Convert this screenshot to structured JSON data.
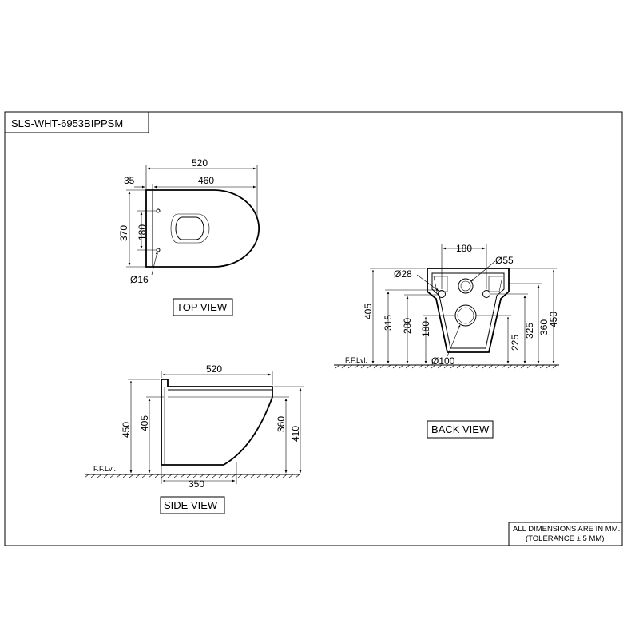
{
  "title_block": {
    "model_code": "SLS-WHT-6953BIPPSM"
  },
  "views": {
    "top": {
      "label": "TOP VIEW",
      "dims": {
        "overall_length": "520",
        "bowl_length": "460",
        "back_offset": "35",
        "width": "370",
        "fixing_spacing": "180",
        "fixing_hole": "Ø16"
      }
    },
    "side": {
      "label": "SIDE VIEW",
      "floor_label": "F.F.Lvl.",
      "dims": {
        "length": "520",
        "overall_height": "450",
        "height_405": "405",
        "height_360": "360",
        "height_410": "410",
        "base_length": "350"
      }
    },
    "back": {
      "label": "BACK VIEW",
      "floor_label": "F.F.Lvl.",
      "dims": {
        "fixing_spacing": "180",
        "inlet_dia": "Ø55",
        "fixing_dia": "Ø28",
        "outlet_dia": "Ø100",
        "h405": "405",
        "h315": "315",
        "h280": "280",
        "h180": "180",
        "h225": "225",
        "h325": "325",
        "h360": "360",
        "h450": "450"
      }
    }
  },
  "notes": {
    "line1": "ALL DIMENSIONS ARE IN MM.",
    "line2": "(TOLERANCE ± 5 MM)"
  }
}
